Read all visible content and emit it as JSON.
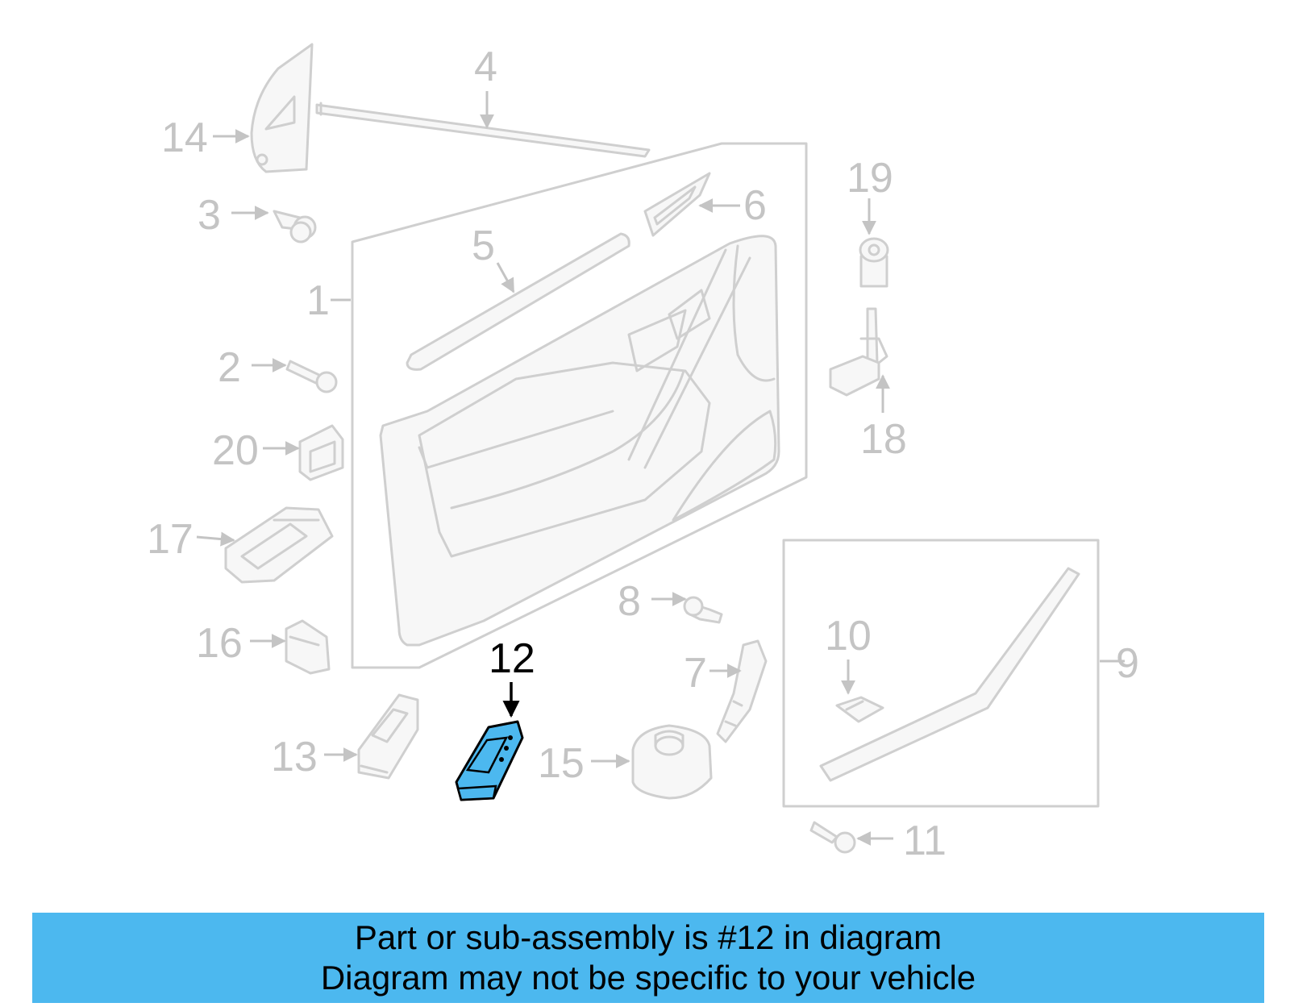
{
  "colors": {
    "highlight": "#4cb8ef",
    "part_stroke": "#cfcfcf",
    "label": "#c4c4c4",
    "highlight_label": "#000000"
  },
  "labels": {
    "p1": "1",
    "p2": "2",
    "p3": "3",
    "p4": "4",
    "p5": "5",
    "p6": "6",
    "p7": "7",
    "p8": "8",
    "p9": "9",
    "p10": "10",
    "p11": "11",
    "p12": "12",
    "p13": "13",
    "p14": "14",
    "p15": "15",
    "p16": "16",
    "p17": "17",
    "p18": "18",
    "p19": "19",
    "p20": "20"
  },
  "highlighted_part": "12",
  "banner": {
    "line1": "Part or sub-assembly is #12 in diagram",
    "line2": "Diagram may not be specific to your vehicle"
  }
}
